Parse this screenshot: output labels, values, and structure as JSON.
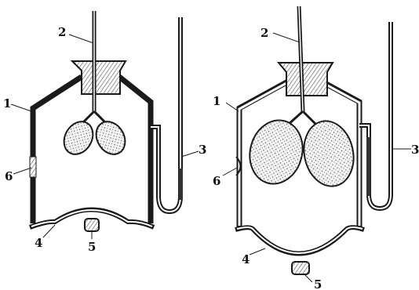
{
  "figure": {
    "left_apparatus": {
      "labels": [
        "1",
        "2",
        "3",
        "4",
        "5",
        "6"
      ]
    },
    "right_apparatus": {
      "labels": [
        "1",
        "2",
        "3",
        "4",
        "5",
        "6"
      ]
    }
  }
}
